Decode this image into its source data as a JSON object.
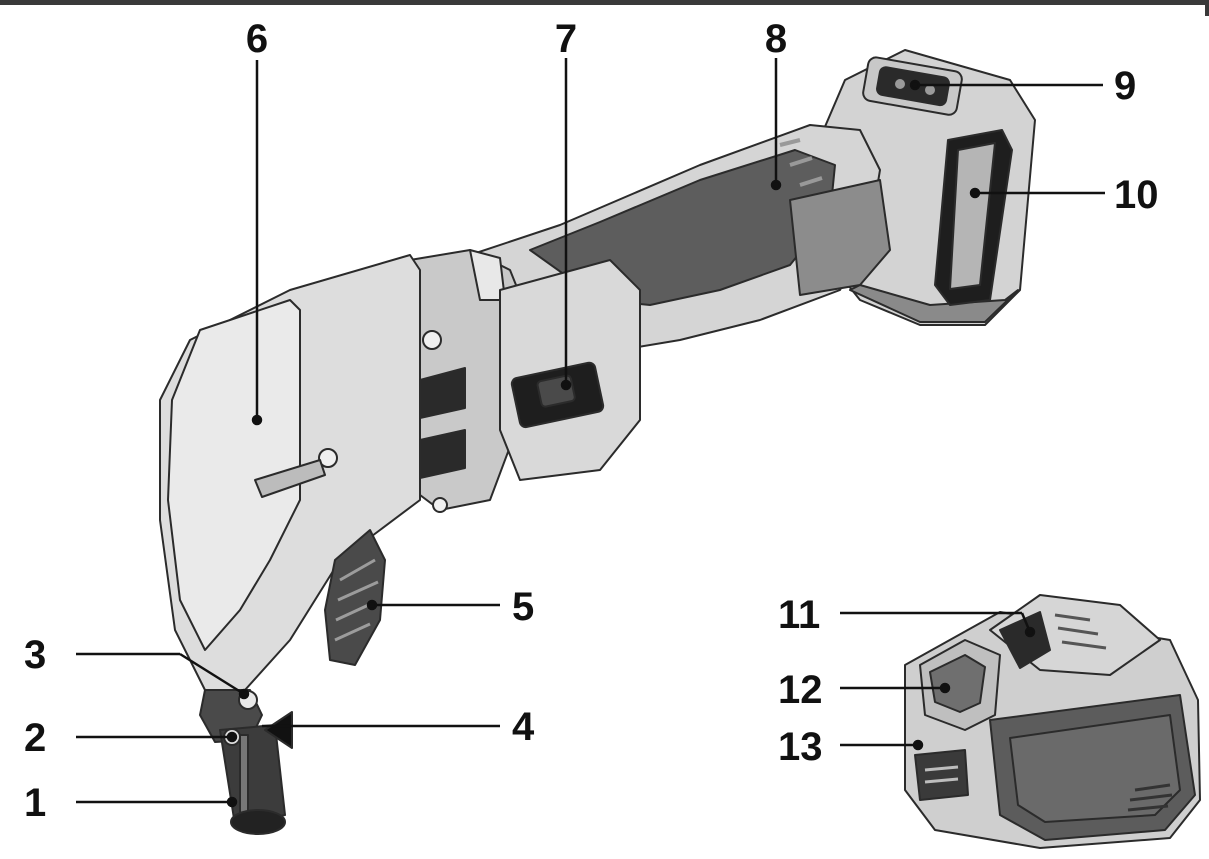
{
  "colors": {
    "light_body": "#d8d8d8",
    "light_shade": "#bdbdbd",
    "mid_grey": "#8c8c8c",
    "dark_grip": "#5b5b5b",
    "black": "#1e1e1e",
    "outline": "#2b2b2b"
  },
  "callouts": [
    "1",
    "2",
    "3",
    "4",
    "5",
    "6",
    "7",
    "8",
    "9",
    "10",
    "11",
    "12",
    "13"
  ]
}
